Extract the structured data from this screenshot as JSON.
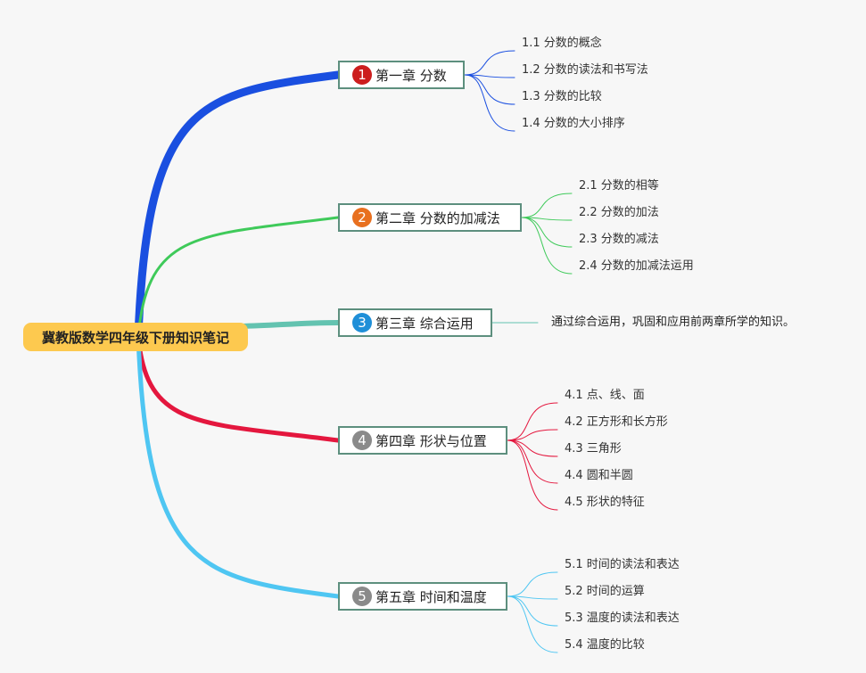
{
  "root": {
    "title": "冀教版数学四年级下册知识笔记"
  },
  "chapters": [
    {
      "num": "1",
      "title": "第一章 分数",
      "color": "#1a4fe0",
      "badge_color": "#cc1e1e",
      "items": [
        "1.1 分数的概念",
        "1.2 分数的读法和书写法",
        "1.3 分数的比较",
        "1.4 分数的大小排序"
      ]
    },
    {
      "num": "2",
      "title": "第二章 分数的加减法",
      "color": "#3fca5a",
      "badge_color": "#e8701f",
      "items": [
        "2.1 分数的相等",
        "2.2 分数的加法",
        "2.3 分数的减法",
        "2.4 分数的加减法运用"
      ]
    },
    {
      "num": "3",
      "title": "第三章 综合运用",
      "color": "#63c3b0",
      "badge_color": "#1f8fd8",
      "desc": "通过综合运用，巩固和应用前两章所学的知识。"
    },
    {
      "num": "4",
      "title": "第四章 形状与位置",
      "color": "#e4173e",
      "badge_color": "#8a8a8a",
      "items": [
        "4.1 点、线、面",
        "4.2 正方形和长方形",
        "4.3 三角形",
        "4.4 圆和半圆",
        "4.5 形状的特征"
      ]
    },
    {
      "num": "5",
      "title": "第五章 时间和温度",
      "color": "#4fc6f2",
      "badge_color": "#8a8a8a",
      "items": [
        "5.1 时间的读法和表达",
        "5.2 时间的运算",
        "5.3 温度的读法和表达",
        "5.4 温度的比较"
      ]
    }
  ]
}
